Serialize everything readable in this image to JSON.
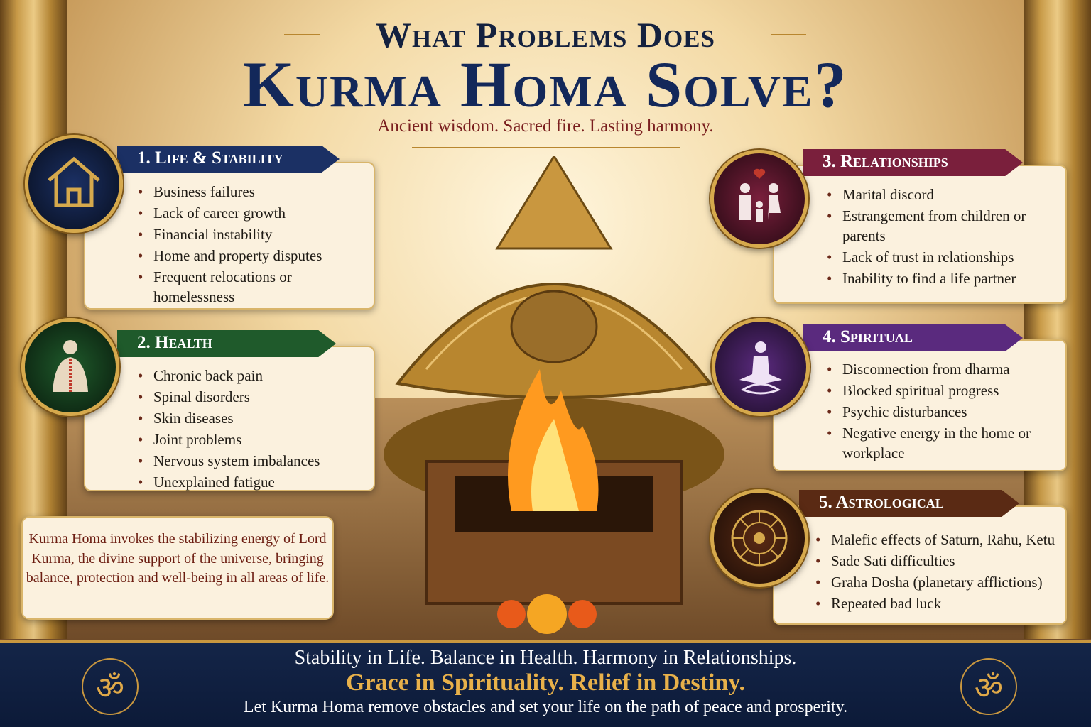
{
  "header": {
    "title_line1": "What Problems Does",
    "title_line2": "Kurma Homa Solve?",
    "subtitle": "Ancient wisdom. Sacred fire. Lasting harmony."
  },
  "sections": [
    {
      "title": "1. Life & Stability",
      "icon": "house-icon",
      "color": "#1b3064",
      "items": [
        "Business failures",
        "Lack of career growth",
        "Financial instability",
        "Home and property disputes",
        "Frequent relocations or homelessness"
      ]
    },
    {
      "title": "2. Health",
      "icon": "spine-icon",
      "color": "#1f5a2b",
      "items": [
        "Chronic back pain",
        "Spinal disorders",
        "Skin diseases",
        "Joint problems",
        "Nervous system imbalances",
        "Unexplained fatigue"
      ]
    },
    {
      "title": "3. Relationships",
      "icon": "family-icon",
      "color": "#7a1f3c",
      "items": [
        "Marital discord",
        "Estrangement from children or parents",
        "Lack of trust in relationships",
        "Inability to find a life partner"
      ]
    },
    {
      "title": "4. Spiritual",
      "icon": "meditation-icon",
      "color": "#5a2a7e",
      "items": [
        "Disconnection from dharma",
        "Blocked spiritual progress",
        "Psychic disturbances",
        "Negative energy in the home or workplace"
      ]
    },
    {
      "title": "5. Astrological",
      "icon": "zodiac-wheel-icon",
      "color": "#5a2a14",
      "items": [
        "Malefic effects of Saturn, Rahu, Ketu",
        "Sade Sati difficulties",
        "Graha Dosha (planetary afflictions)",
        "Repeated bad luck"
      ]
    }
  ],
  "quote": "Kurma Homa invokes the stabilizing energy of Lord Kurma, the divine support of the universe, bringing balance, protection and well-being in all areas of life.",
  "footer": {
    "line1": "Stability in Life. Balance in Health. Harmony in Relationships.",
    "line2": "Grace in Spirituality. Relief in Destiny.",
    "line3": "Let Kurma Homa remove obstacles and set your life on the path of peace and prosperity.",
    "icon": "om-icon"
  }
}
